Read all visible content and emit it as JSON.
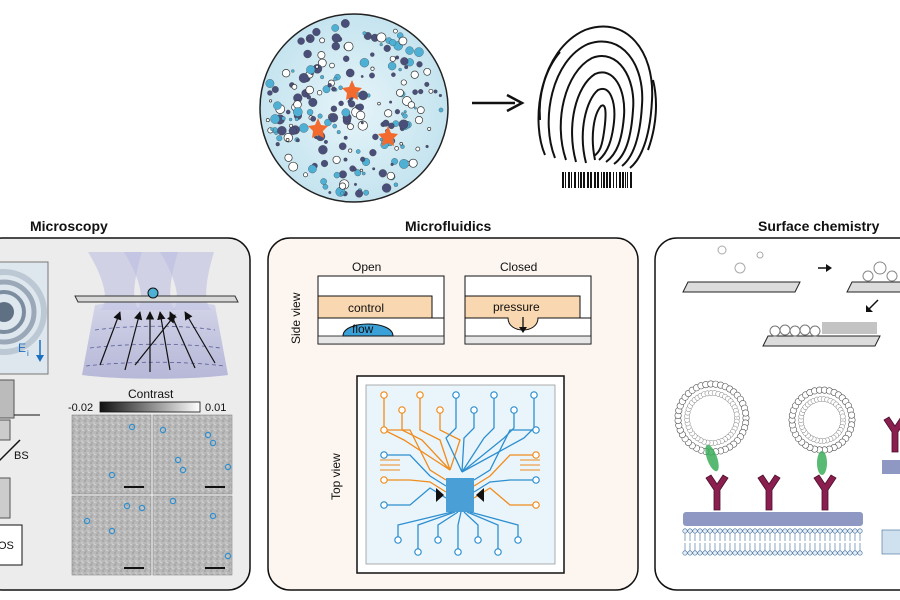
{
  "sections": {
    "microscopy": {
      "title": "Microscopy",
      "field_label": "E",
      "field_subscript": "i",
      "beamsplitter_label": "BS",
      "camera_label": "OS",
      "contrast_title": "Contrast",
      "contrast_min": "-0.02",
      "contrast_max": "0.01"
    },
    "microfluidics": {
      "title": "Microfluidics",
      "side_view_label": "Side view",
      "top_view_label": "Top view",
      "open_label": "Open",
      "closed_label": "Closed",
      "control_label": "control",
      "flow_label": "flow",
      "pressure_label": "pressure"
    },
    "surface_chemistry": {
      "title": "Surface chemistry"
    }
  },
  "colors": {
    "panel_bg_left": "#ececec",
    "panel_bg_mid": "#fdf5ef",
    "control_fill": "#f9d7b0",
    "flow_fill": "#3aa0d8",
    "orange_channel": "#f08c1c",
    "blue_channel": "#2e8fd0",
    "beam": "#8c8ec8",
    "star": "#f26a2e",
    "dot_dark": "#4a4f7a",
    "dot_light": "#4fb0d6"
  },
  "icons": [
    "arrow-right-icon",
    "fingerprint-icon",
    "barcode-icon",
    "star-icon"
  ]
}
